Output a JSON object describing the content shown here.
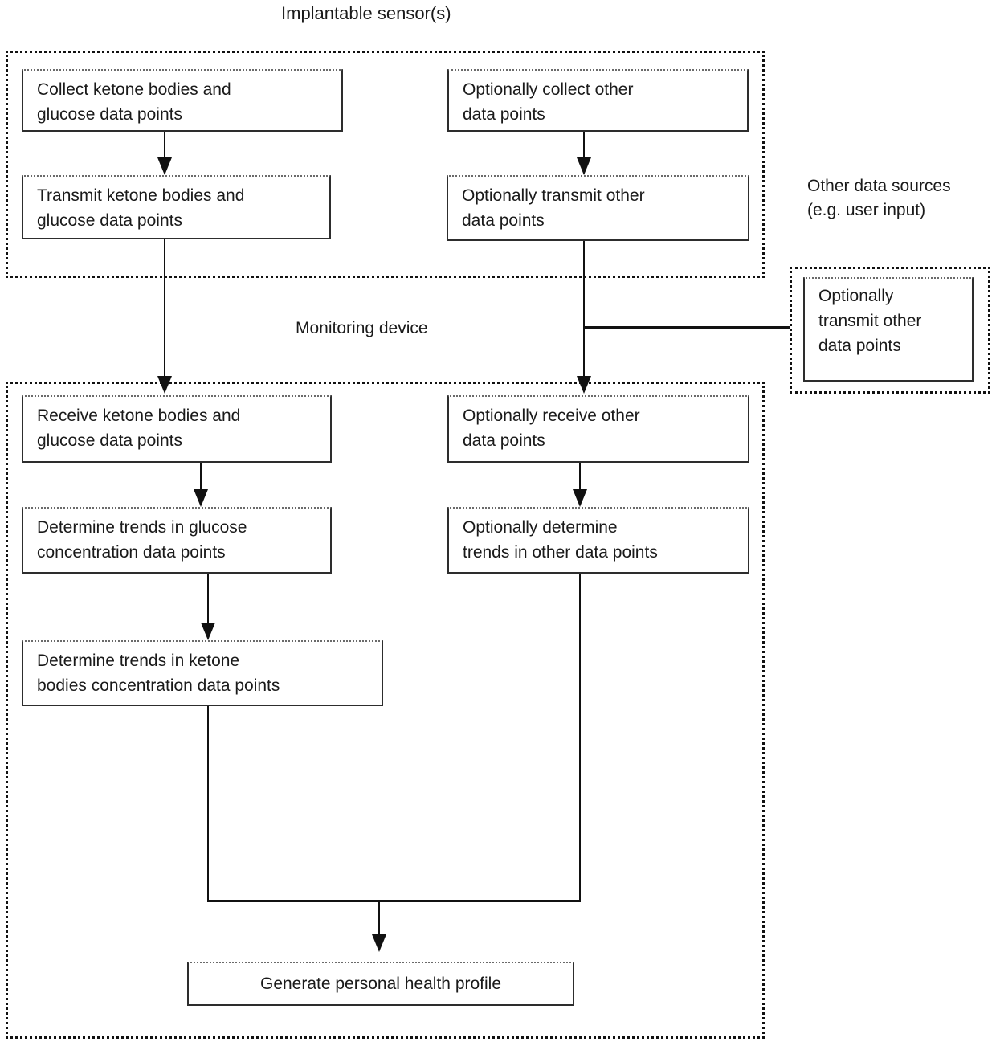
{
  "labels": {
    "implantable_sensors": "Implantable sensor(s)",
    "monitoring_device": "Monitoring device",
    "other_data_sources": [
      "Other data sources",
      "(e.g. user input)"
    ]
  },
  "boxes": {
    "collect_ketone_glucose": [
      "Collect ketone bodies and",
      "glucose data points"
    ],
    "optionally_collect_other": [
      "Optionally collect other",
      "data points"
    ],
    "transmit_ketone_glucose": [
      "Transmit ketone bodies and",
      "glucose data points"
    ],
    "optionally_transmit_other": [
      "Optionally transmit other",
      "data points"
    ],
    "other_source_transmit": [
      "Optionally",
      "transmit other",
      "data points"
    ],
    "receive_ketone_glucose": [
      "Receive ketone bodies and",
      "glucose data points"
    ],
    "optionally_receive_other": [
      "Optionally receive other",
      "data points"
    ],
    "determine_trends_glucose": [
      "Determine trends in glucose",
      "concentration data points"
    ],
    "optionally_determine_trends": [
      "Optionally determine",
      "trends in other data points"
    ],
    "determine_trends_ketone": [
      "Determine trends in ketone",
      "bodies concentration data points"
    ],
    "generate_profile": "Generate personal health profile"
  },
  "colors": {
    "line": "#111111",
    "text": "#1a1a1a",
    "background": "#ffffff"
  }
}
